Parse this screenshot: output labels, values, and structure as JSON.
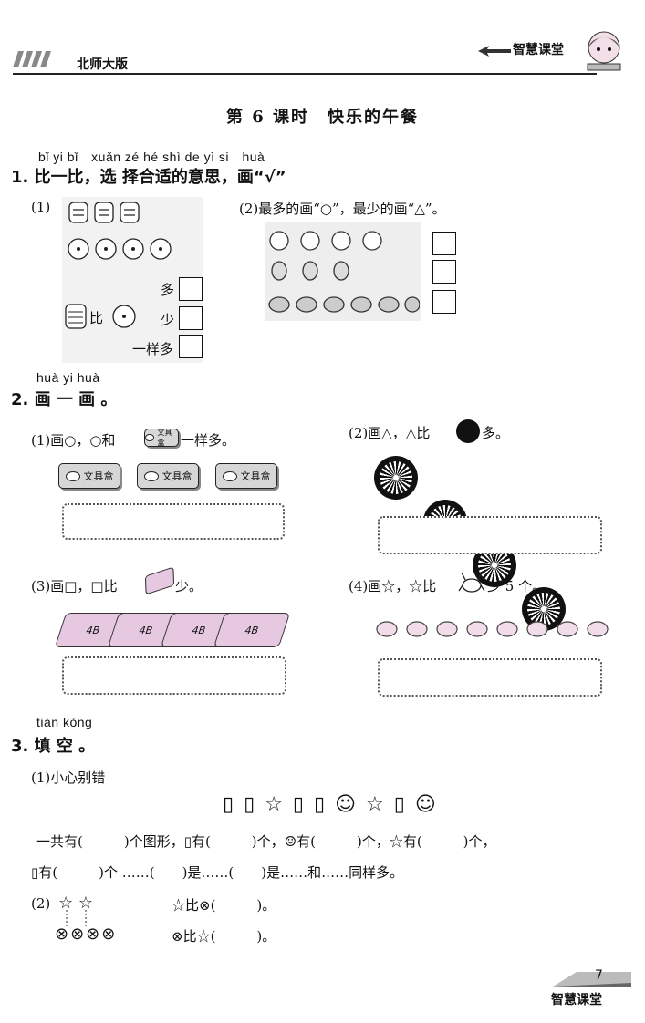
{
  "header": {
    "edition": "北师大版",
    "brand": "智慧课堂"
  },
  "lesson": {
    "title": "第 6 课时　快乐的午餐"
  },
  "q1": {
    "pinyin": "bǐ yi bǐ　xuǎn zé hé shì de yì si　huà",
    "title": "1. 比一比，选 择合适的意思，画“√”",
    "p1": {
      "num": "(1)",
      "compare": "比",
      "options": [
        "多",
        "少",
        "一样多"
      ]
    },
    "p2": {
      "text": "(2)最多的画“○”，最少的画“△”。"
    }
  },
  "q2": {
    "pinyin": "huà yi huà",
    "title": "2. 画 一 画 。",
    "p1": {
      "text_a": "(1)画○，○和",
      "text_b": "一样多。",
      "card": "文具盒"
    },
    "p2": {
      "text_a": "(2)画△，△比",
      "text_b": "多。"
    },
    "p3": {
      "text_a": "(3)画□，□比",
      "text_b": "少。",
      "eraser": "4B"
    },
    "p4": {
      "text_a": "(4)画☆，☆比",
      "text_b": "少 5 个。"
    }
  },
  "q3": {
    "pinyin": "tián kòng",
    "title": "3. 填 空 。",
    "p1": {
      "label": "(1)小心别错",
      "shapes": "▯ ▯ ☆ ▯ ▯ ☺ ☆ ▯ ☺",
      "line1": "一共有(　　　)个图形，▯有(　　　)个，☺有(　　　)个，☆有(　　　)个，",
      "line2": "▯有(　　　)个 ……(　　)是……(　　)是……和……同样多。"
    },
    "p2": {
      "label": "(2)",
      "stars": "☆ ☆",
      "crosses": "⊗⊗⊗⊗",
      "line1": "☆比⊗(　　　)。",
      "line2": "⊗比☆(　　　)。"
    }
  },
  "footer": {
    "page": "7",
    "brand": "智慧课堂"
  }
}
